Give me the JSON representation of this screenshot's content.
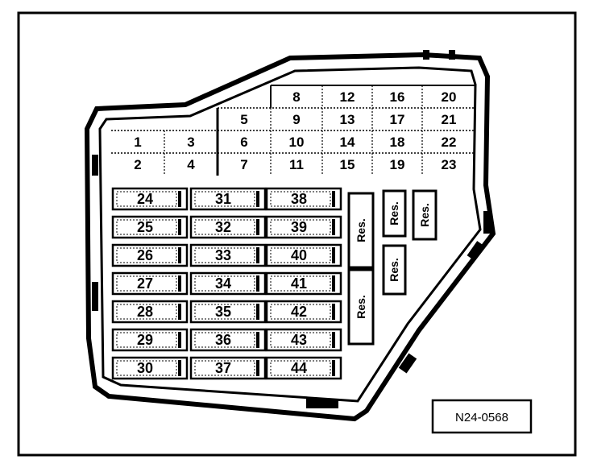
{
  "diagram_id": "N24-0568",
  "top_grid": {
    "cols": [
      [
        "",
        "",
        "1",
        "2"
      ],
      [
        "",
        "",
        "3",
        "4"
      ],
      [
        "",
        "5",
        "6",
        "7"
      ],
      [
        "8",
        "9",
        "10",
        "11"
      ],
      [
        "12",
        "13",
        "14",
        "15"
      ],
      [
        "16",
        "17",
        "18",
        "19"
      ],
      [
        "20",
        "21",
        "22",
        "23"
      ]
    ]
  },
  "fuse_columns": [
    [
      "24",
      "25",
      "26",
      "27",
      "28",
      "29",
      "30"
    ],
    [
      "31",
      "32",
      "33",
      "34",
      "35",
      "36",
      "37"
    ],
    [
      "38",
      "39",
      "40",
      "41",
      "42",
      "43",
      "44"
    ]
  ],
  "reserved_label": "Res."
}
